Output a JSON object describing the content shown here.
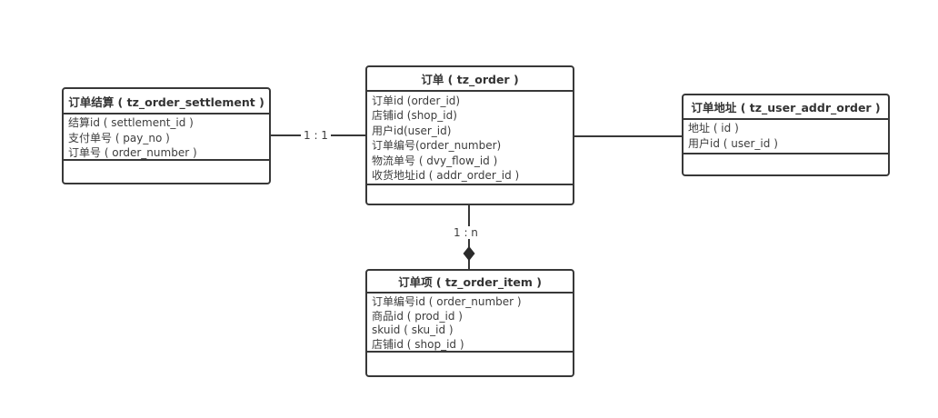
{
  "diagram": {
    "type": "entity-relationship",
    "background": "#ffffff",
    "line_color": "#383838",
    "text_color": "#3d3d3d"
  },
  "entities": [
    {
      "id": "settlement",
      "title": "订单结算 ( tz_order_settlement )",
      "fields": [
        "结算id ( settlement_id )",
        "支付单号 ( pay_no )",
        "订单号 ( order_number )"
      ]
    },
    {
      "id": "order",
      "title": "订单 ( tz_order )",
      "fields": [
        "订单id (order_id)",
        "店铺id (shop_id)",
        "用户id(user_id)",
        "订单编号(order_number)",
        "物流单号 ( dvy_flow_id )",
        "收货地址id ( addr_order_id )"
      ]
    },
    {
      "id": "addr",
      "title": "订单地址 ( tz_user_addr_order )",
      "fields": [
        "地址 ( id )",
        "用户id ( user_id )"
      ]
    },
    {
      "id": "item",
      "title": "订单项 ( tz_order_item )",
      "fields": [
        "订单编号id ( order_number )",
        "商品id ( prod_id )",
        "skuid ( sku_id )",
        "店铺id ( shop_id )"
      ]
    }
  ],
  "connectors": [
    {
      "from": "settlement",
      "to": "order",
      "label": "1 : 1",
      "arrow": "none"
    },
    {
      "from": "order",
      "to": "addr",
      "label": "",
      "arrow": "none"
    },
    {
      "from": "order",
      "to": "item",
      "label": "1 : n",
      "arrow": "filled-diamond"
    }
  ],
  "icons": {
    "diamond": "◆"
  }
}
